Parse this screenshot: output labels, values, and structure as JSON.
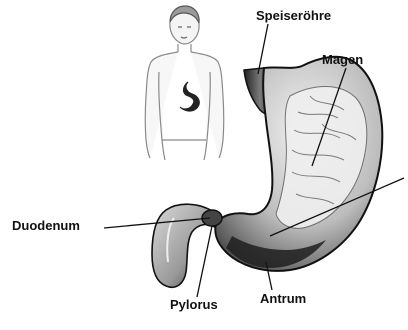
{
  "labels": {
    "speiserohre": "Speiseröhre",
    "magen": "Magen",
    "duodenum": "Duodenum",
    "pylorus": "Pylorus",
    "antrum": "Antrum"
  },
  "colors": {
    "ink": "#111111",
    "figure_outline": "#8a8a8a",
    "stomach_light": "#e9e9e9",
    "stomach_dark": "#2a2a2a"
  }
}
